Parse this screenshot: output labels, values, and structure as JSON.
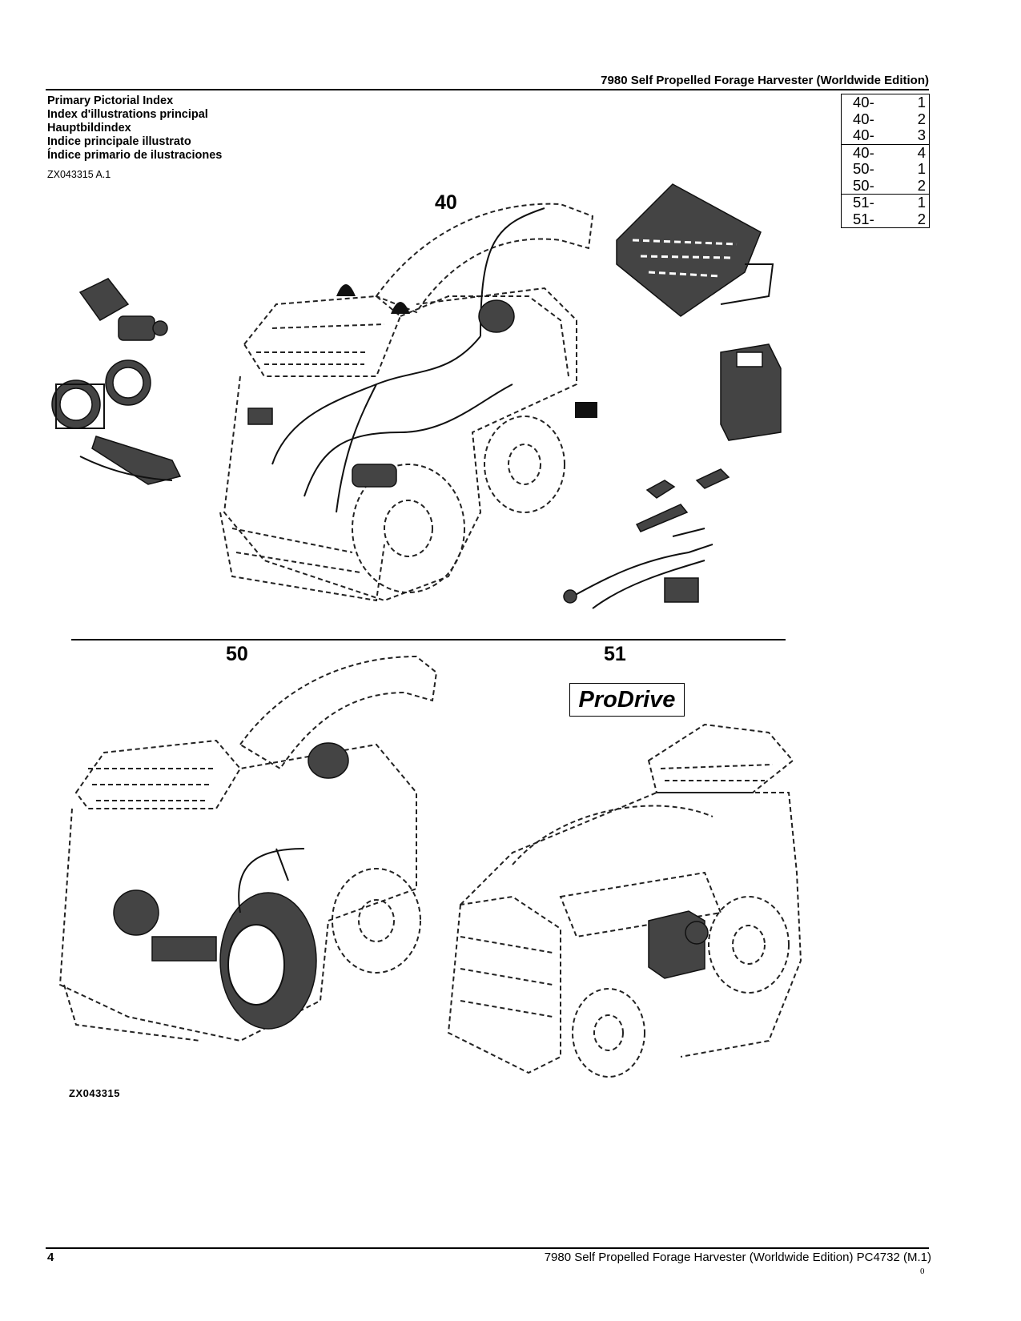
{
  "header": {
    "title": "7980 Self Propelled Forage Harvester (Worldwide Edition)"
  },
  "titles": [
    "Primary Pictorial Index",
    "Index d'illustrations principal",
    "Hauptbildindex",
    "Indice principale illustrato",
    "Índice primario de ilustraciones"
  ],
  "figure_ref": "ZX043315 A.1",
  "index_table": [
    [
      {
        "section": "40-",
        "page": "1"
      },
      {
        "section": "40-",
        "page": "2"
      },
      {
        "section": "40-",
        "page": "3"
      }
    ],
    [
      {
        "section": "40-",
        "page": "4"
      },
      {
        "section": "50-",
        "page": "1"
      },
      {
        "section": "50-",
        "page": "2"
      }
    ],
    [
      {
        "section": "51-",
        "page": "1"
      },
      {
        "section": "51-",
        "page": "2"
      }
    ]
  ],
  "sections": {
    "s40": "40",
    "s50": "50",
    "s51": "51"
  },
  "prodrive_label": "ProDrive",
  "figure_id": "ZX043315",
  "footer": {
    "page_number": "4",
    "text": "7980 Self Propelled Forage Harvester (Worldwide Edition)   PC4732   (M.1)",
    "mark": "0"
  }
}
